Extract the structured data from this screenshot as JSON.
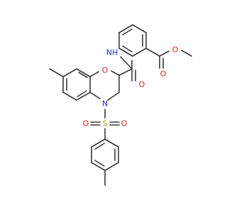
{
  "molecule": {
    "atom_labels": {
      "ring_oxygen": "O",
      "amide_nh": "NH",
      "amide_oxygen": "O",
      "ester_ether_oxygen": "O",
      "ester_carbonyl_oxygen": "O",
      "ring_nitrogen": "N",
      "sulfur": "S",
      "sulfonyl_oxygen_left": "O",
      "sulfonyl_oxygen_right": "O"
    },
    "colors": {
      "bond": "#3a3a3a",
      "oxygen": "#e52222",
      "nitrogen": "#2b2bd6",
      "sulfur": "#b8a000"
    }
  }
}
